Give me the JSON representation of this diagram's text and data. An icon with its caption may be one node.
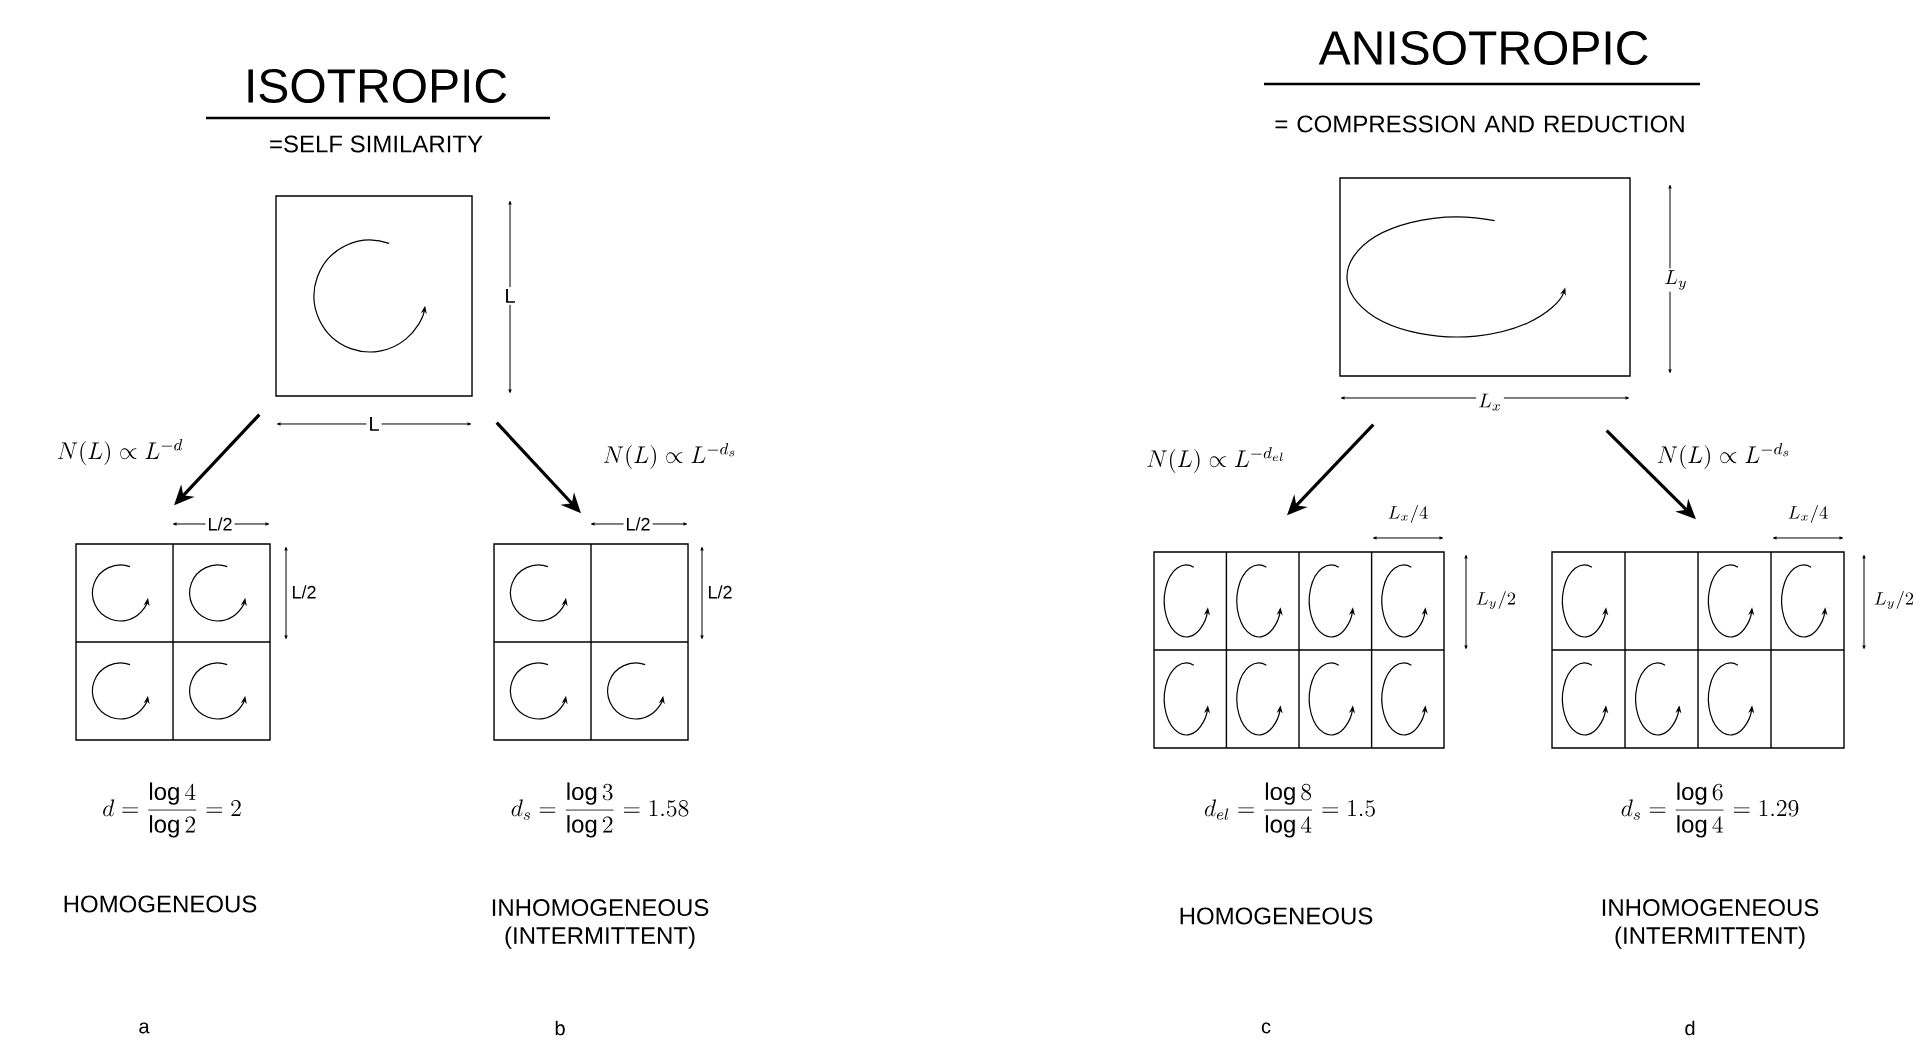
{
  "diagram": {
    "nodes": [
      {
        "text": [],
        "shape": "box"
      },
      {
        "text": [],
        "shape": "box"
      },
      {
        "text": [],
        "shape": "box"
      },
      {
        "text": [],
        "shape": "box"
      },
      {
        "text": [],
        "shape": "box"
      },
      {
        "text": [],
        "shape": "box"
      }
    ],
    "edges": [
      {
        "from": 0,
        "to": 1,
        "arrow": "to",
        "label": "N(L) \\propto L^{-d}"
      },
      {
        "from": 0,
        "to": 2,
        "arrow": "to",
        "label": "N(L) \\propto L^{-d_s}"
      },
      {
        "from": 3,
        "to": 4,
        "arrow": "to",
        "label": "N(L) \\propto L^{-d_{el}}"
      },
      {
        "from": 3,
        "to": 5,
        "arrow": "to",
        "label": "N(L) \\propto L^{-d_s}"
      }
    ],
    "labels": [
      "ISOTROPIC",
      "=SELF SIMILARITY",
      "ANISOTROPIC",
      "= COMPRESSION AND REDUCTION",
      "L",
      "L",
      "L/2",
      "L/2",
      "L/2",
      "L/2",
      "L_y",
      "L_x",
      "L_x/4",
      "L_y/2",
      "L_x/4",
      "L_y/2",
      "d = \\frac{\\log 4}{\\log 2} = 2",
      "d_s = \\frac{\\log 3}{\\log 2} = 1.58",
      "d_{el} = \\frac{\\log 8}{\\log 4} = 1.5",
      "d_s = \\frac{\\log 6}{\\log 4} = 1.29",
      "HOMOGENEOUS",
      "INHOMOGENEOUS (INTERMITTENT)",
      "HOMOGENEOUS",
      "INHOMOGENEOUS (INTERMITTENT)",
      "a",
      "b",
      "c",
      "d"
    ]
  }
}
